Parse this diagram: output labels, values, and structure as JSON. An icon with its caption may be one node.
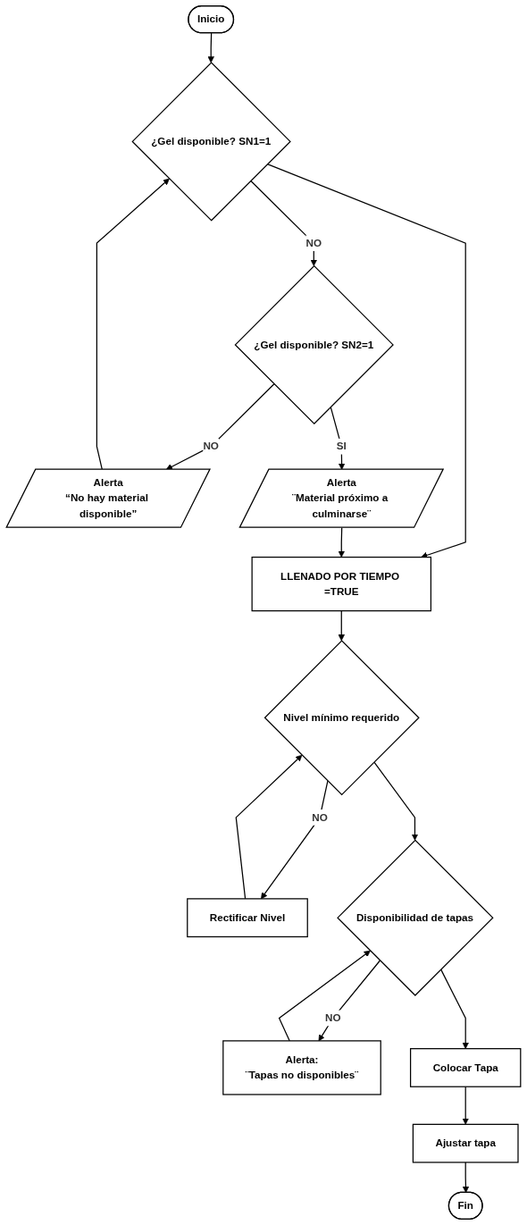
{
  "diagram": {
    "nodes": [
      {
        "text": [
          "Inicio"
        ]
      },
      {
        "text": [
          "Alerta",
          "“No hay material disponible”"
        ]
      },
      {
        "text": [
          "¿Gel disponible? SN1=1"
        ]
      },
      {
        "text": [
          "¿Gel disponible? SN2=1"
        ]
      },
      {
        "text": [
          "Alerta",
          "¨Material próximo a culminarse¨"
        ]
      },
      {
        "text": [
          "LLENADO POR TIEMPO =TRUE"
        ]
      },
      {
        "text": [
          "Nivel mínimo requerido"
        ]
      },
      {
        "text": [
          "Rectificar Nivel"
        ]
      },
      {
        "text": [
          "Disponibilidad de tapas"
        ]
      },
      {
        "text": [
          "Alerta:",
          "¨Tapas no disponibles¨"
        ]
      },
      {
        "text": [
          "Colocar Tapa"
        ]
      },
      {
        "text": [
          "Ajustar tapa"
        ]
      },
      {
        "text": [
          "Fin"
        ]
      }
    ],
    "edges": [
      {
        "from": 0,
        "to": 2,
        "arrow": "to"
      },
      {
        "from": 1,
        "to": 2,
        "arrow": "to"
      },
      {
        "from": 2,
        "to": 3,
        "arrow": "to",
        "label": "NO"
      },
      {
        "from": 3,
        "to": 1,
        "arrow": "to",
        "label": "NO"
      },
      {
        "from": 3,
        "to": 4,
        "arrow": "to",
        "label": "SI"
      },
      {
        "from": 2,
        "to": 5,
        "arrow": "to"
      },
      {
        "from": 4,
        "to": 5,
        "arrow": "to"
      },
      {
        "from": 5,
        "to": 6,
        "arrow": "to"
      },
      {
        "from": 6,
        "to": 7,
        "arrow": "to",
        "label": "NO"
      },
      {
        "from": 7,
        "to": 6,
        "arrow": "to"
      },
      {
        "from": 6,
        "to": 8,
        "arrow": "to"
      },
      {
        "from": 8,
        "to": 9,
        "arrow": "to",
        "label": "NO"
      },
      {
        "from": 9,
        "to": 8,
        "arrow": "to"
      },
      {
        "from": 8,
        "to": 10,
        "arrow": "to"
      },
      {
        "from": 10,
        "to": 11,
        "arrow": "to"
      },
      {
        "from": 11,
        "to": 12,
        "arrow": "to"
      }
    ]
  }
}
